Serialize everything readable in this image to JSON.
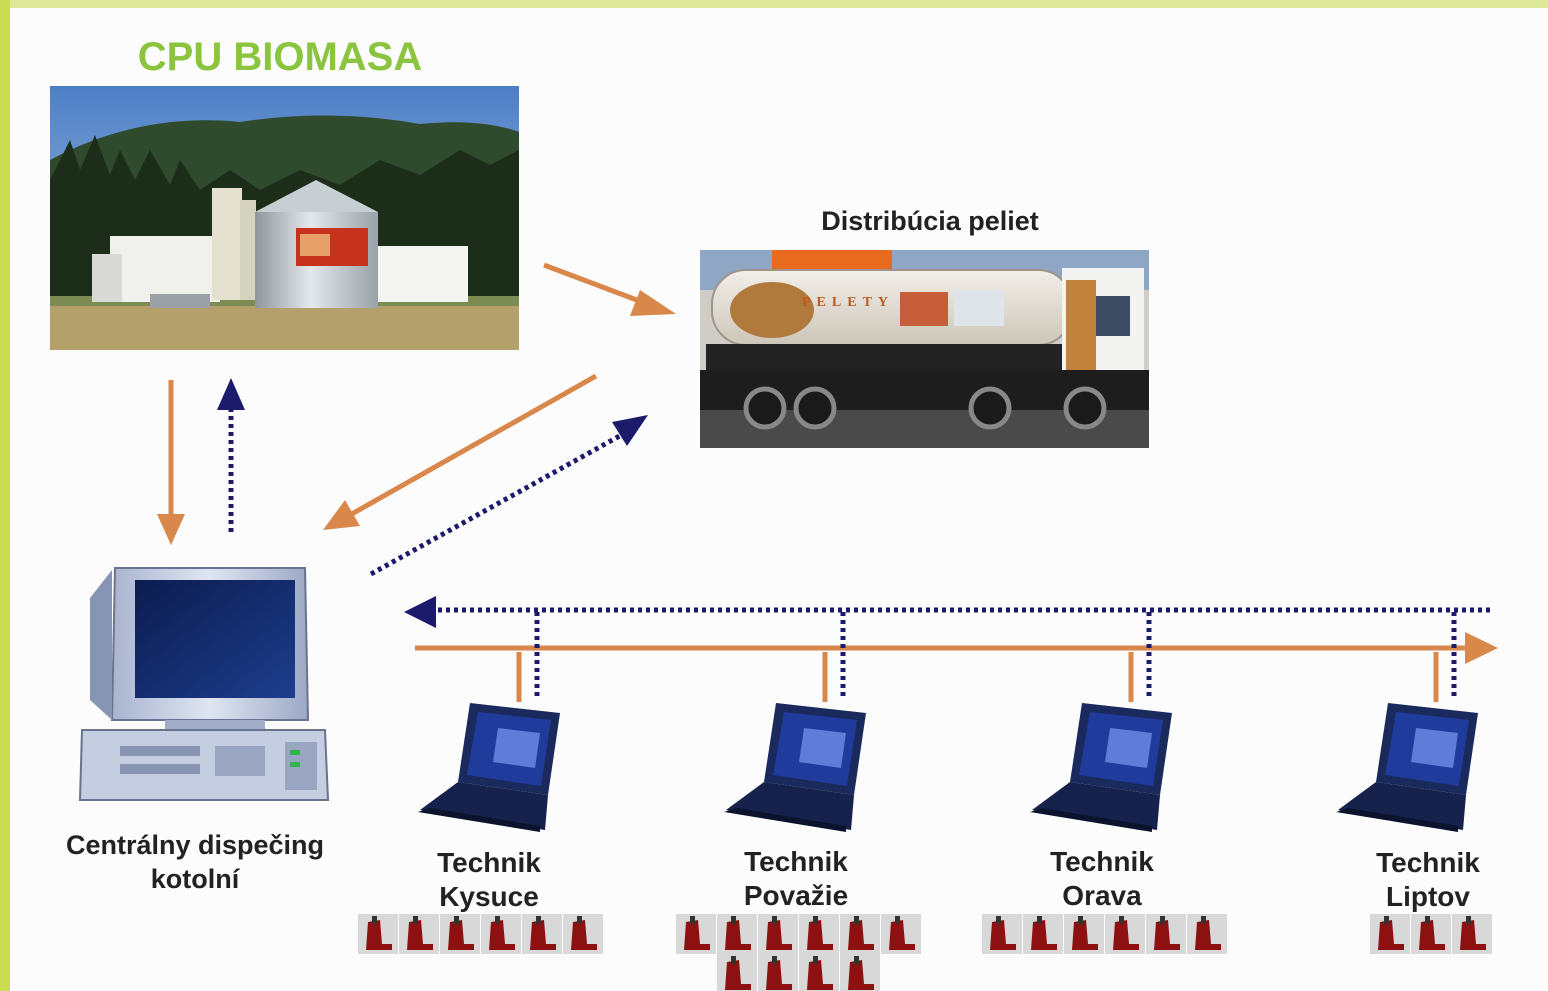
{
  "title": "CPU BIOMASA",
  "distribution_label": "Distribúcia peliet",
  "truck_sign": "PELETY",
  "central_label": [
    "Centrálny dispečing",
    "kotolní"
  ],
  "technicians": [
    {
      "line1": "Technik",
      "line2": "Kysuce",
      "boilers": 6
    },
    {
      "line1": "Technik",
      "line2": "Považie",
      "boilers": 10
    },
    {
      "line1": "Technik",
      "line2": "Orava",
      "boilers": 6
    },
    {
      "line1": "Technik",
      "line2": "Liptov",
      "boilers": 3
    }
  ],
  "colors": {
    "title_green": "#8bc43f",
    "orange_arrow": "#d9874b",
    "navy_dotted": "#1b1a6b",
    "laptop": "#1b2a5c",
    "boiler_red": "#8d1111"
  },
  "icons": [
    "biomass-plant-photo",
    "pellet-truck-photo",
    "desktop-computer-icon",
    "laptop-icon",
    "boiler-icon"
  ]
}
